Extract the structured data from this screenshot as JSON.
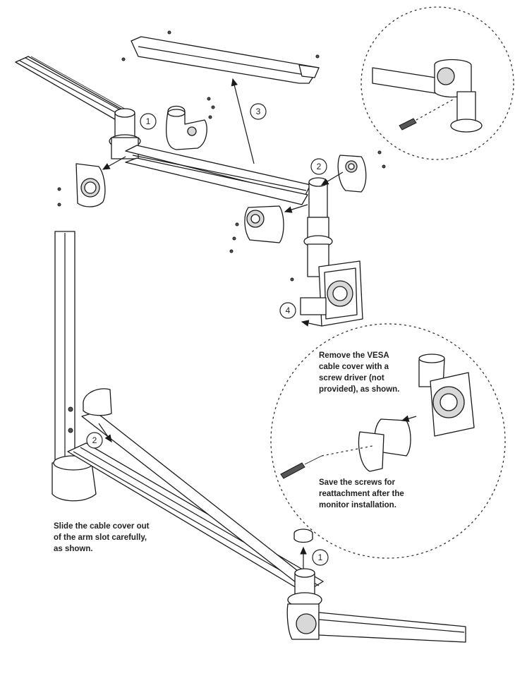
{
  "badges": {
    "top_1": "1",
    "top_2": "2",
    "top_3": "3",
    "top_4": "4",
    "bottom_2": "2",
    "bottom_1": "1"
  },
  "captions": {
    "vesa_remove": "Remove the VESA\ncable cover with a\nscrew driver (not\nprovided), as shown.",
    "save_screws": "Save the screws for\nreattachment after the\nmonitor installation.",
    "slide_cover": "Slide the cable cover out\nof the arm slot carefully,\nas shown."
  }
}
